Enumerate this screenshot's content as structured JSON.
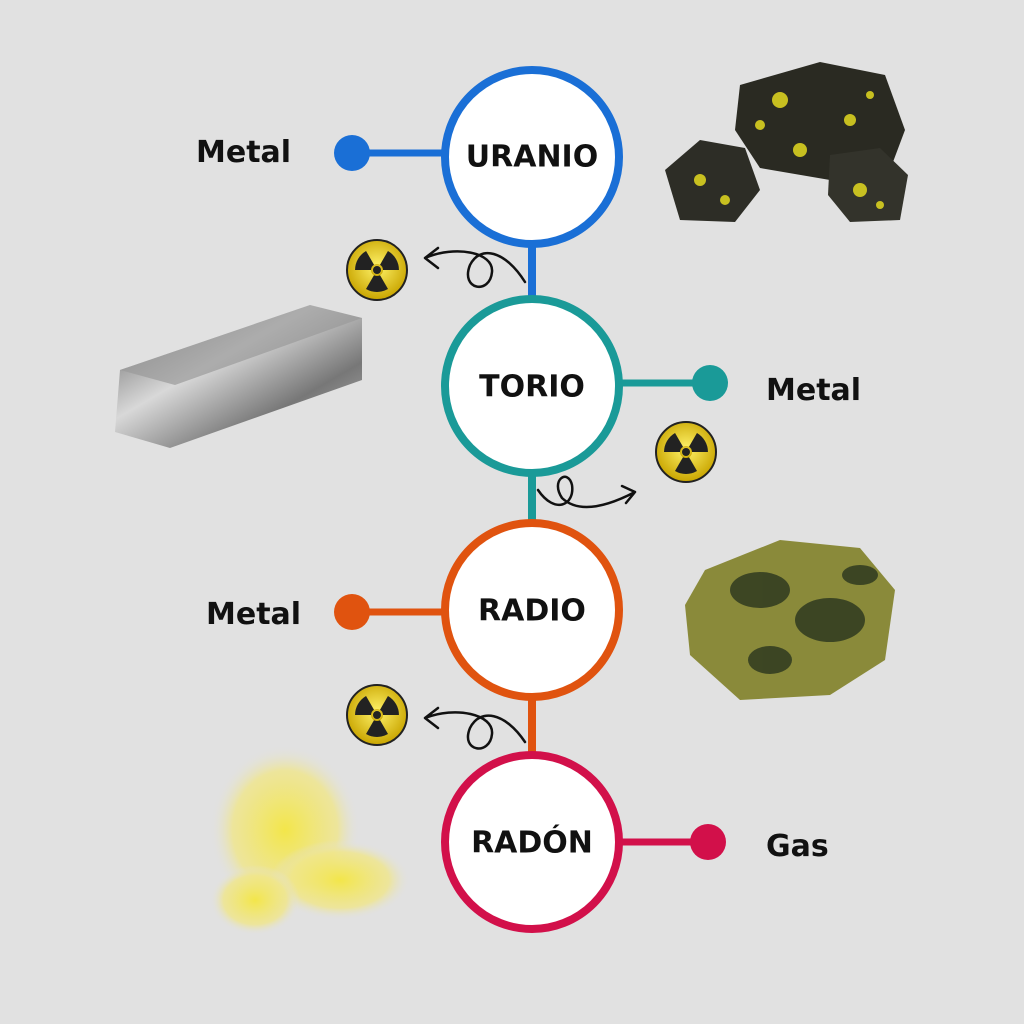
{
  "elements": [
    {
      "name": "URANIO",
      "state": "Metal",
      "color": "#1a6fd6"
    },
    {
      "name": "TORIO",
      "state": "Metal",
      "color": "#1a9a98"
    },
    {
      "name": "RADIO",
      "state": "Metal",
      "color": "#e0530f"
    },
    {
      "name": "RADÓN",
      "state": "Gas",
      "color": "#d2104a"
    }
  ],
  "icons": {
    "decay": "radiation-hazard-icon",
    "arrow": "curly-arrow-icon"
  },
  "background": "#e1e1e1"
}
